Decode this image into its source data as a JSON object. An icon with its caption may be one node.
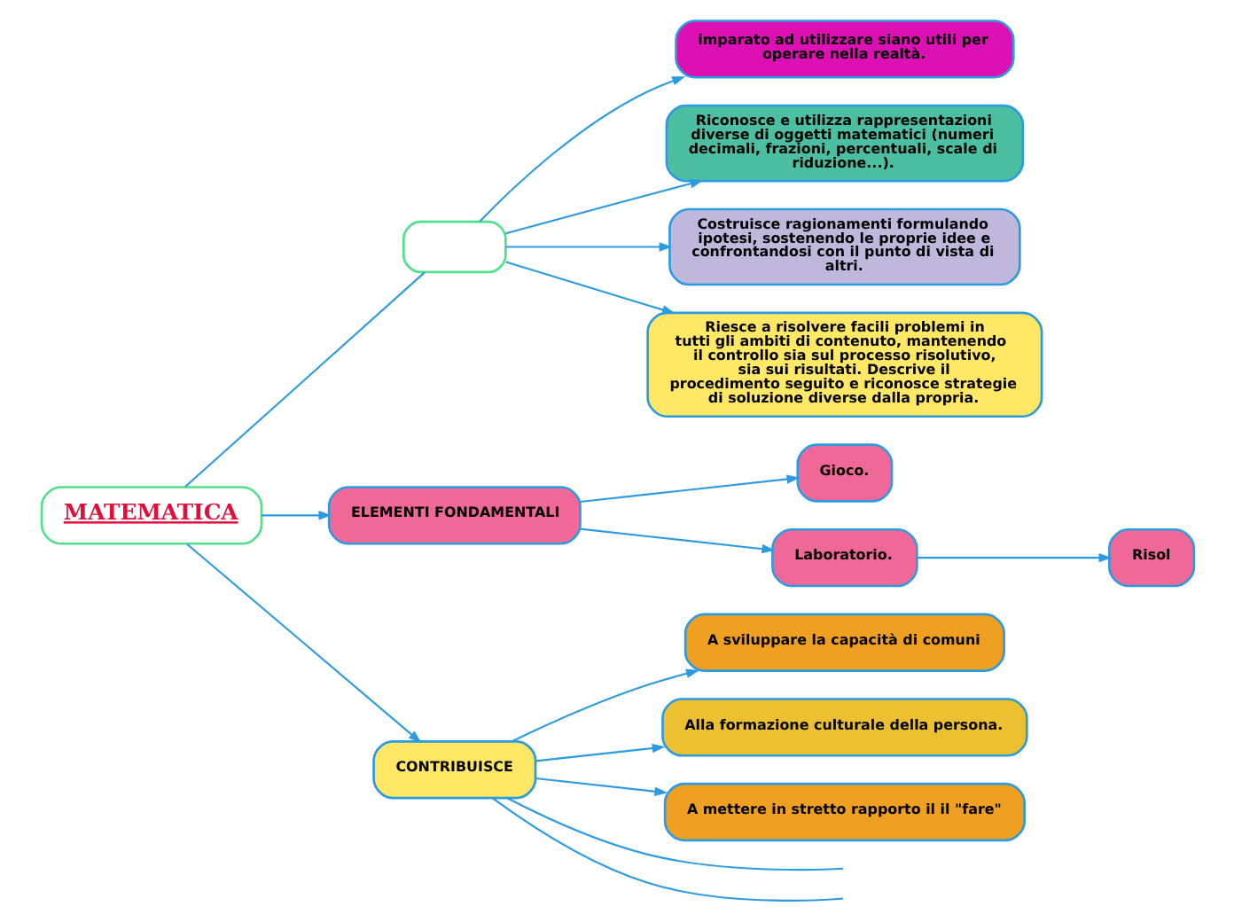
{
  "diagram": {
    "nodes": [
      {
        "text": [
          "MATEMATICA"
        ]
      },
      {
        "text": [],
        "shape": "box"
      },
      {
        "text": [
          "imparato ad utilizzare siano utili per operare nella realtà."
        ]
      },
      {
        "text": [
          "Riconosce e utilizza rappresentazioni diverse di oggetti matematici (numeri decimali, frazioni, percentuali, scale di riduzione...)."
        ]
      },
      {
        "text": [
          "Costruisce ragionamenti formulando ipotesi, sostenendo le proprie idee e confrontandosi con il punto di vista di altri."
        ]
      },
      {
        "text": [
          "Riesce a risolvere facili problemi in tutti gli ambiti di contenuto, mantenendo il controllo sia sul processo risolutivo, sia sui risultati. Descrive il procedimento seguito e riconosce strategie di soluzione diverse dalla propria."
        ]
      },
      {
        "text": [
          "ELEMENTI FONDAMENTALI"
        ]
      },
      {
        "text": [
          "Gioco."
        ]
      },
      {
        "text": [
          "Laboratorio."
        ]
      },
      {
        "text": [
          "Risol"
        ]
      },
      {
        "text": [
          "CONTRIBUISCE"
        ]
      },
      {
        "text": [
          "A sviluppare la capacità di comuni"
        ]
      },
      {
        "text": [
          "Alla formazione culturale della persona."
        ]
      },
      {
        "text": [
          "A mettere in stretto rapporto il il \"fare\""
        ]
      }
    ],
    "edges": [
      {
        "from": 0,
        "to": 1,
        "arrow": "none"
      },
      {
        "from": 1,
        "to": 2,
        "arrow": "to"
      },
      {
        "from": 1,
        "to": 3,
        "arrow": "to"
      },
      {
        "from": 1,
        "to": 4,
        "arrow": "to"
      },
      {
        "from": 1,
        "to": 5,
        "arrow": "to"
      },
      {
        "from": 0,
        "to": 6,
        "arrow": "to"
      },
      {
        "from": 6,
        "to": 7,
        "arrow": "to"
      },
      {
        "from": 6,
        "to": 8,
        "arrow": "to"
      },
      {
        "from": 8,
        "to": 9,
        "arrow": "to"
      },
      {
        "from": 0,
        "to": 10,
        "arrow": "to"
      },
      {
        "from": 10,
        "to": 11,
        "arrow": "to"
      },
      {
        "from": 10,
        "to": 12,
        "arrow": "to"
      },
      {
        "from": 10,
        "to": 13,
        "arrow": "to"
      },
      {
        "from": 10,
        "to": null,
        "arrow": "none"
      },
      {
        "from": 10,
        "to": null,
        "arrow": "none"
      }
    ]
  }
}
